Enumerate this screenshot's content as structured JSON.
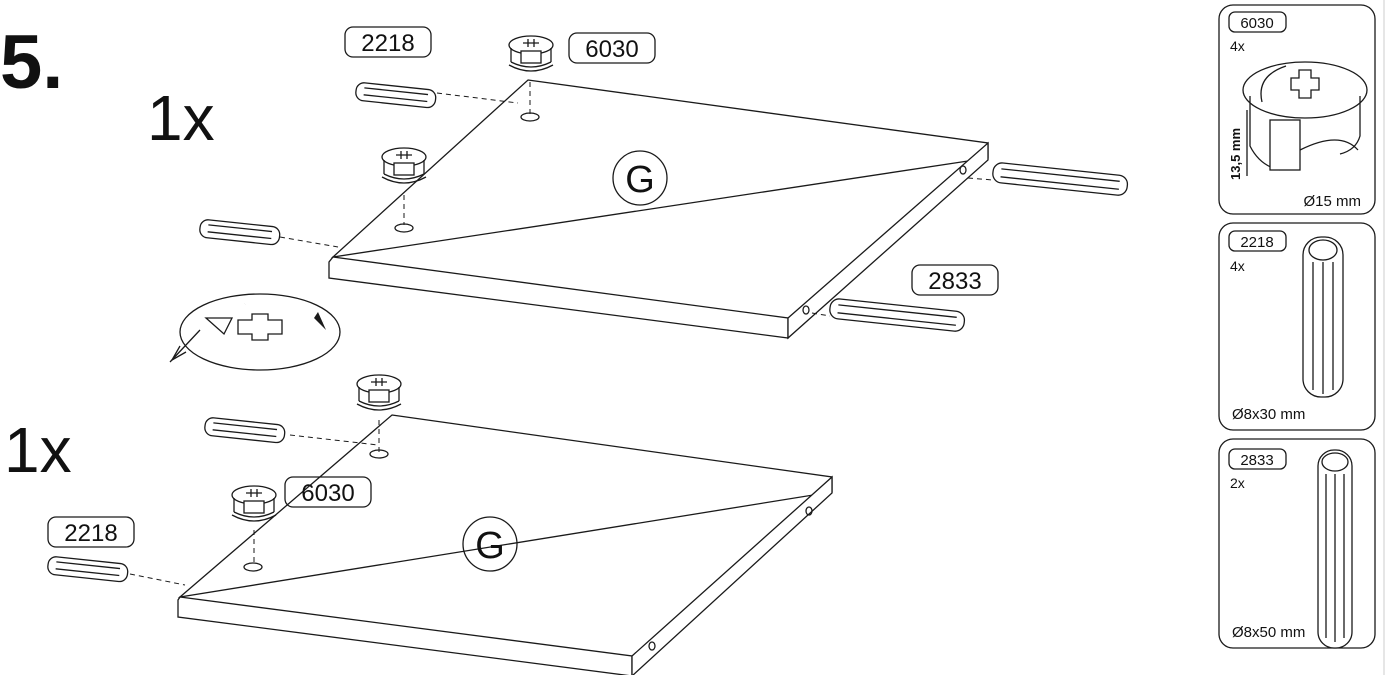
{
  "step": {
    "number": "5."
  },
  "quantities": {
    "upper": "1x",
    "lower": "1x"
  },
  "panels": {
    "upper_label": "G",
    "lower_label": "G"
  },
  "callouts": {
    "upper_dowel": "2218",
    "upper_cam": "6030",
    "upper_long_dowel": "2833",
    "lower_cam": "6030",
    "lower_dowel": "2218"
  },
  "parts": [
    {
      "code": "6030",
      "qty": "4x",
      "dim_height": "13,5 mm",
      "dim": "Ø15 mm",
      "icon": "cam-lock-icon"
    },
    {
      "code": "2218",
      "qty": "4x",
      "dim": "Ø8x30 mm",
      "icon": "dowel-icon"
    },
    {
      "code": "2833",
      "qty": "2x",
      "dim": "Ø8x50 mm",
      "icon": "long-dowel-icon"
    }
  ]
}
